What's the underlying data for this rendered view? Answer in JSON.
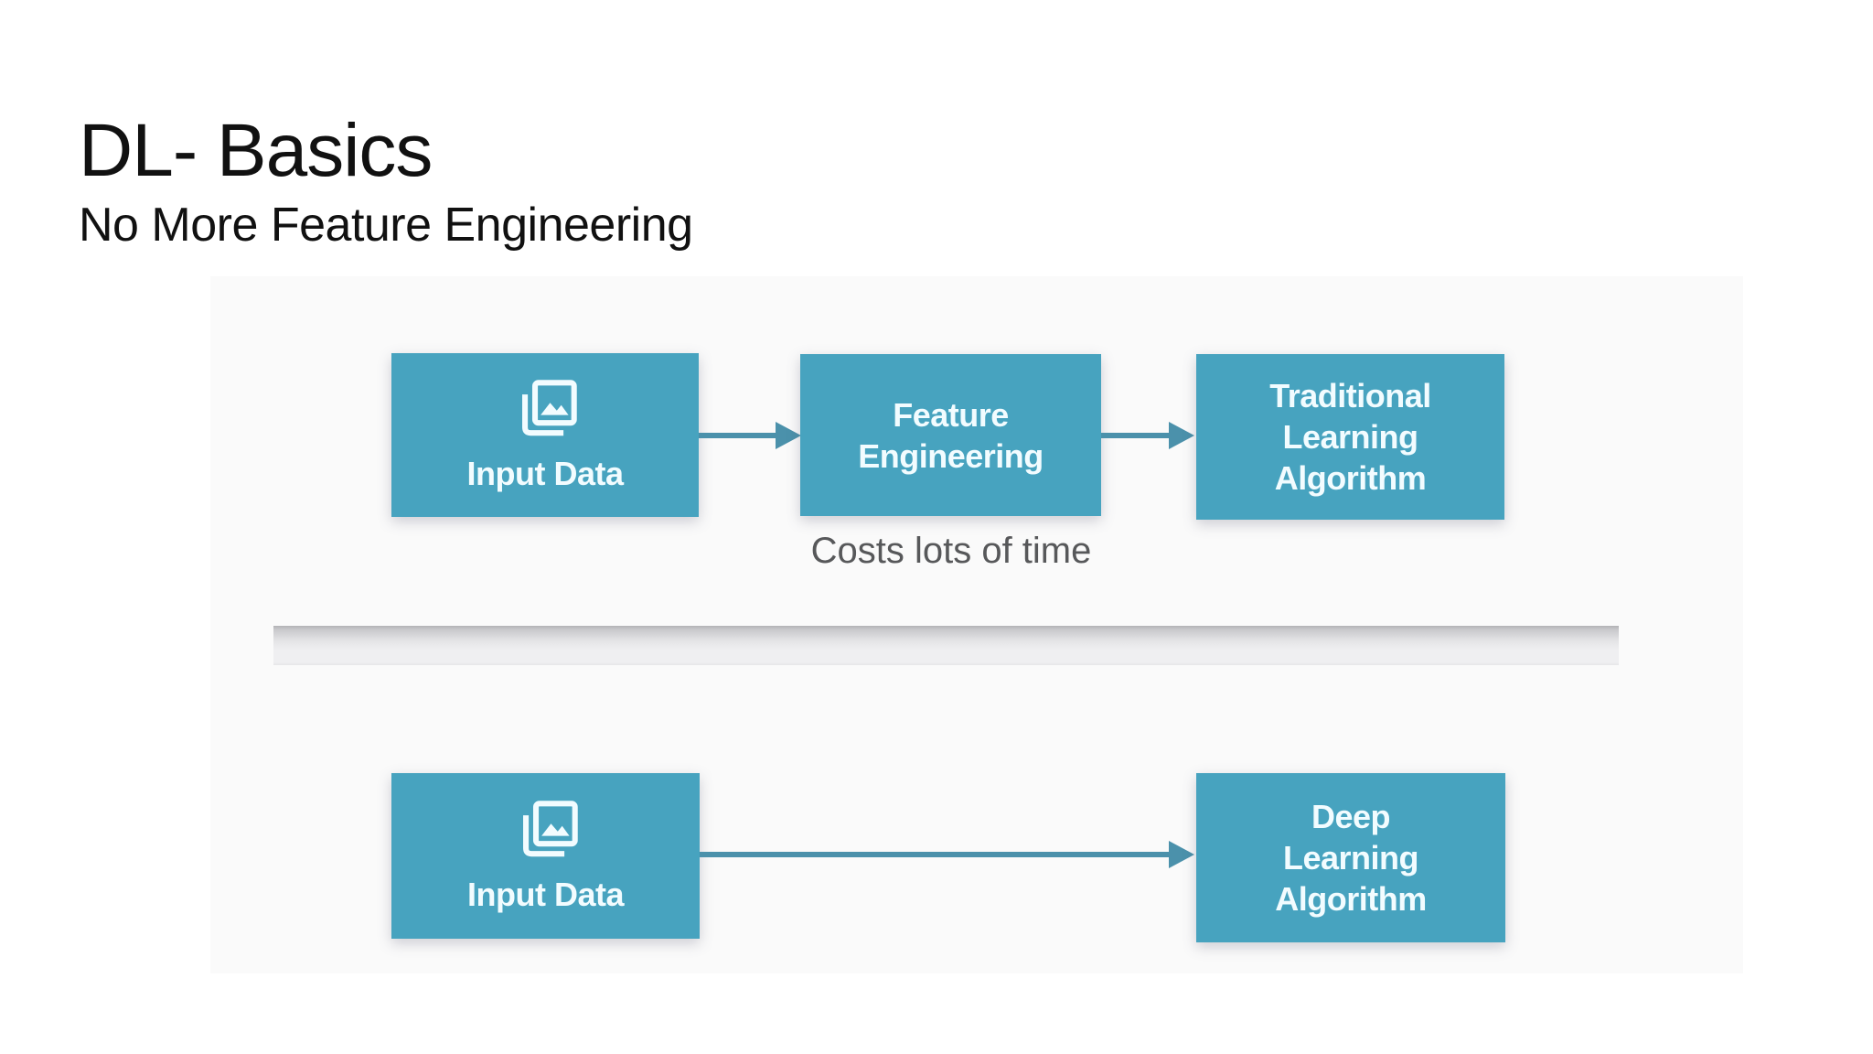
{
  "slide": {
    "title": "DL- Basics",
    "subtitle": "No More Feature Engineering"
  },
  "diagram": {
    "caption": "Costs lots of time",
    "nodes": {
      "input_top": {
        "label": "Input Data",
        "icon": "photo-library-icon"
      },
      "feature": {
        "line1": "Feature",
        "line2": "Engineering"
      },
      "traditional": {
        "line1": "Traditional",
        "line2": "Learning",
        "line3": "Algorithm"
      },
      "input_bottom": {
        "label": "Input Data",
        "icon": "photo-library-icon"
      },
      "deep": {
        "line1": "Deep",
        "line2": "Learning",
        "line3": "Algorithm"
      }
    },
    "edges": [
      {
        "from": "Input Data",
        "to": "Feature Engineering"
      },
      {
        "from": "Feature Engineering",
        "to": "Traditional Learning Algorithm"
      },
      {
        "from": "Input Data",
        "to": "Deep Learning Algorithm"
      }
    ]
  },
  "colors": {
    "node_fill": "#47a3bf",
    "node_text": "#f2fcff",
    "arrow": "#4b91ab",
    "title_text": "#111111",
    "caption_text": "#57585a"
  }
}
